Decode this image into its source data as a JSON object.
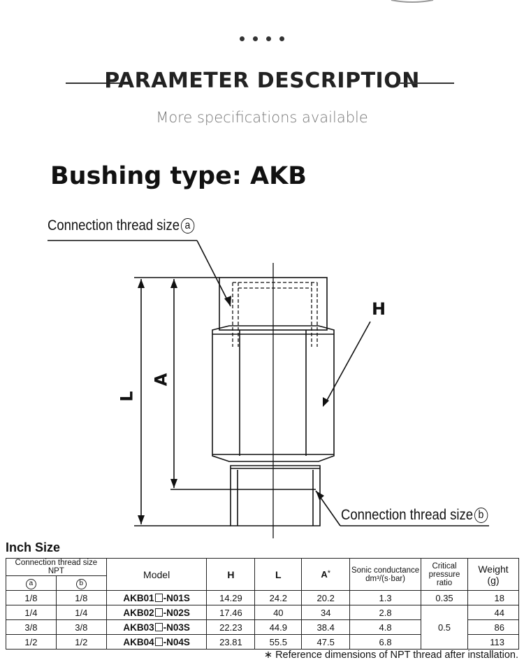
{
  "header": {
    "section_title": "PARAMETER DESCRIPTION",
    "subtitle": "More specifications available"
  },
  "figure": {
    "title": "Bushing type: AKB",
    "callout_a": "Connection thread size",
    "callout_b": "Connection thread size",
    "circle_a": "a",
    "circle_b": "b",
    "dim_H": "H",
    "dim_A": "A",
    "dim_L": "L"
  },
  "table": {
    "title": "Inch Size",
    "headers": {
      "connection": "Connection thread size NPT",
      "a": "a",
      "b": "b",
      "model": "Model",
      "H": "H",
      "L": "L",
      "A": "A",
      "A_mark": "*",
      "sonic": "Sonic conductance",
      "sonic_unit": "dm³/(s·bar)",
      "critical": "Critical pressure ratio",
      "weight": "Weight",
      "weight_unit": "(g)"
    },
    "rows": [
      {
        "a": "1/8",
        "b": "1/8",
        "model_pre": "AKB01",
        "model_post": "-N01S",
        "H": "14.29",
        "L": "24.2",
        "A": "20.2",
        "sonic": "1.3",
        "weight": "18"
      },
      {
        "a": "1/4",
        "b": "1/4",
        "model_pre": "AKB02",
        "model_post": "-N02S",
        "H": "17.46",
        "L": "40",
        "A": "34",
        "sonic": "2.8",
        "weight": "44"
      },
      {
        "a": "3/8",
        "b": "3/8",
        "model_pre": "AKB03",
        "model_post": "-N03S",
        "H": "22.23",
        "L": "44.9",
        "A": "38.4",
        "sonic": "4.8",
        "weight": "86"
      },
      {
        "a": "1/2",
        "b": "1/2",
        "model_pre": "AKB04",
        "model_post": "-N04S",
        "H": "23.81",
        "L": "55.5",
        "A": "47.5",
        "sonic": "6.8",
        "weight": "113"
      }
    ],
    "critical_values": [
      "0.35",
      "0.5"
    ],
    "note": "∗ Reference dimensions of NPT thread after installation."
  }
}
